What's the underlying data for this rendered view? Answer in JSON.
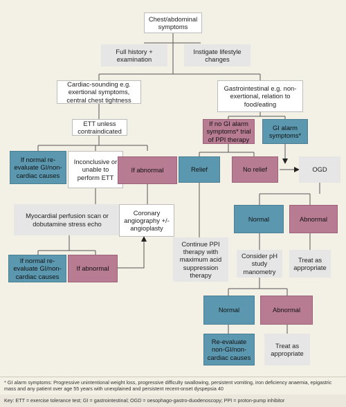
{
  "nodes": {
    "chest_abdominal": "Chest/abdominal symptoms",
    "full_history": "Full history + examination",
    "lifestyle": "Instigate lifestyle changes",
    "cardiac_sounding": "Cardiac-sounding e.g. exertional symptoms, central chest tightness",
    "gastrointestinal": "Gastrointestinal e.g. non-exertional, relation to food/eating",
    "ett": "ETT unless contraindicated",
    "if_normal_1": "If normal re-evaluate GI/non-cardiac causes",
    "inconclusive": "Inconclusive or unable to perform ETT",
    "if_abnormal_1": "If abnormal",
    "myocardial": "Myocardial perfusion scan or dobutamine stress echo",
    "coronary": "Coronary angiography +/- angioplasty",
    "if_normal_2": "If normal re-evaluate GI/non-cardiac causes",
    "if_abnormal_2": "If abnormal",
    "no_alarm": "If no GI alarm symptoms* trial of PPI therapy",
    "alarm": "GI alarm symptoms*",
    "relief": "Relief",
    "no_relief": "No relief",
    "ogd": "OGD",
    "continue_ppi": "Continue PPI therapy with maximum acid suppression therapy",
    "normal_1": "Normal",
    "abnormal_1": "Abnormal",
    "consider_ph": "Consider pH study manometry",
    "treat_1": "Treat as appropriate",
    "normal_2": "Normal",
    "abnormal_2": "Abnormal",
    "reevaluate": "Re-evaluate non-GI/non-cardiac causes",
    "treat_2": "Treat as appropriate"
  },
  "footnote": "* GI alarm symptoms: Progressive unintentional weight loss, progressive difficulty swallowing, persistent vomiting, iron deficiency anaemia, epigastric mass and any patient over age 55 years with unexplained and persistent recent-onset dyspepsia 40",
  "key": "Key: ETT = exercise tolerance test; GI = gastrointestinal; OGD = oesophago-gastro-duodenoscopy; PPI = proton-pump inhibitor",
  "colors": {
    "background": "#f3f0e6",
    "blue": "#5b98b0",
    "pink": "#b77b92",
    "grey": "#e6e6e6"
  }
}
